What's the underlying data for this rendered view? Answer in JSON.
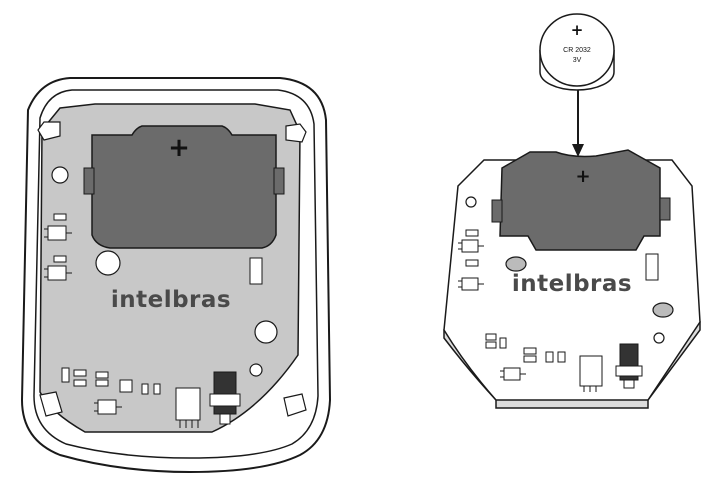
{
  "left_module": {
    "brand_text": "intelbras",
    "polarity_mark": "+"
  },
  "right_module": {
    "brand_text": "intelbras",
    "polarity_mark": "+"
  },
  "coin_cell": {
    "polarity_mark": "+",
    "model": "CR 2032",
    "voltage": "3V"
  },
  "colors": {
    "board_left": "#c8c8c8",
    "board_right": "#ffffff",
    "battery_holder": "#6b6b6b",
    "outline": "#1a1a1a"
  },
  "icons": [
    "insert-arrow-icon"
  ]
}
